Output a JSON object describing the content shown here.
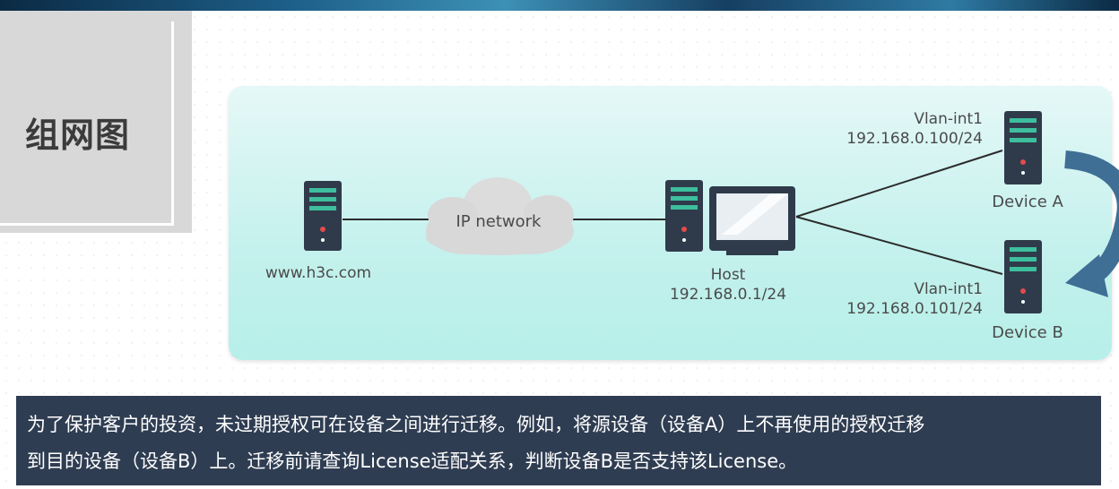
{
  "slide": {
    "title": "组网图",
    "note_line_1": "为了保护客户的投资，未过期授权可在设备之间进行迁移。例如，将源设备（设备A）上不再使用的授权迁移",
    "note_line_2": "到目的设备（设备B）上。迁移前请查询License适配关系，判断设备B是否支持该License。"
  },
  "diagram": {
    "server_label": "www.h3c.com",
    "cloud_label": "IP network",
    "host_name": "Host",
    "host_ip": "192.168.0.1/24",
    "device_a": {
      "vlan": "Vlan-int1",
      "ip": "192.168.0.100/24",
      "name": "Device A"
    },
    "device_b": {
      "vlan": "Vlan-int1",
      "ip": "192.168.0.101/24",
      "name": "Device B"
    }
  },
  "colors": {
    "panel": "#c4f1ed",
    "server_body": "#2f3b4a",
    "server_slot": "#3dbf9d",
    "server_led": "#e14b4b",
    "arrow": "#3f6f95",
    "note_bg": "#2f3d52"
  }
}
